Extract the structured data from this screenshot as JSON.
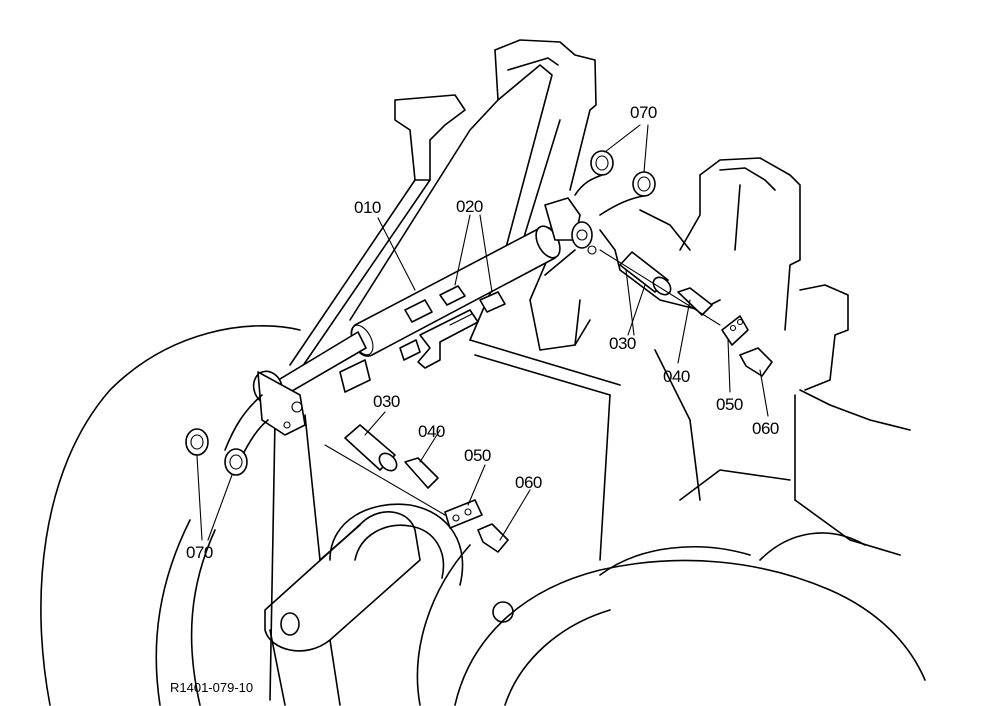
{
  "callouts": {
    "p010": "010",
    "p020": "020",
    "p030_upper": "030",
    "p030_lower": "030",
    "p040_upper": "040",
    "p040_lower": "040",
    "p050_upper": "050",
    "p050_lower": "050",
    "p060_upper": "060",
    "p060_lower": "060",
    "p070_upper": "070",
    "p070_lower": "070"
  },
  "reference_code": "R1401-079-10"
}
